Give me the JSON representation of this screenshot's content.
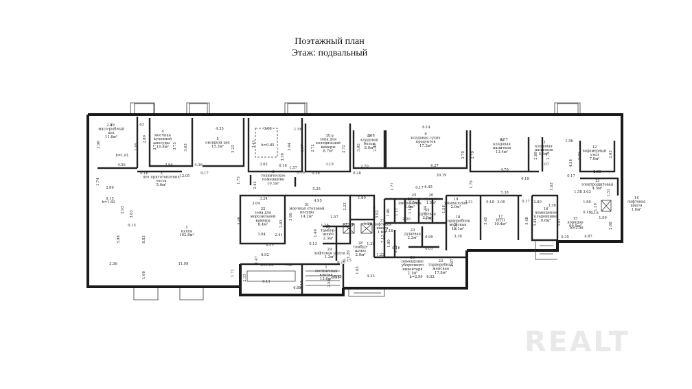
{
  "title": {
    "line1": "Поэтажный план",
    "line2": "Этаж: подвальный"
  },
  "rooms": [
    {
      "id": "r2",
      "lines": [
        "2",
        "мясо-рыбный",
        "цех",
        "11.6м²"
      ]
    },
    {
      "id": "r4",
      "lines": [
        "4",
        "моечная",
        "кухонной",
        "посуды",
        "10.8м²"
      ]
    },
    {
      "id": "r5",
      "lines": [
        "5",
        "овощной цех",
        "15.3м²"
      ]
    },
    {
      "id": "r7",
      "lines": [
        "7",
        "зона для",
        "холодильной",
        "камеры",
        "8.7м²"
      ]
    },
    {
      "id": "r8",
      "lines": [
        "8",
        "кладовая",
        "белья",
        "8.0м²"
      ]
    },
    {
      "id": "r9",
      "lines": [
        "9",
        "кладовая сухих",
        "продуктов",
        "17.3м²"
      ]
    },
    {
      "id": "r10",
      "lines": [
        "10",
        "кладовая",
        "напитков",
        "13.4м²"
      ]
    },
    {
      "id": "r11",
      "lines": [
        "11",
        "кладовая",
        "напитков",
        "5.6м²"
      ]
    },
    {
      "id": "r12",
      "lines": [
        "12",
        "водомерный",
        "узел",
        "7.0м²"
      ]
    },
    {
      "id": "r13",
      "lines": [
        "13",
        "электрощитовая",
        "4.5м²"
      ]
    },
    {
      "id": "r14",
      "lines": [
        "14",
        "лифтовая",
        "шахта",
        "1.6м²"
      ]
    },
    {
      "id": "r3",
      "lines": [
        "3",
        "цех приготовления",
        "теста",
        "5.6м²"
      ]
    },
    {
      "id": "r6",
      "lines": [
        "6",
        "техническое",
        "помещение",
        "10.1м²"
      ]
    },
    {
      "id": "r1",
      "lines": [
        "1",
        "кухня",
        "102.8м²"
      ]
    },
    {
      "id": "r32",
      "lines": [
        "32",
        "зона для",
        "морозильной",
        "камеры",
        "8.4м²"
      ]
    },
    {
      "id": "r31",
      "lines": [
        "31",
        "моечная столовой",
        "посуды",
        "14.2м²"
      ]
    },
    {
      "id": "r30",
      "lines": [
        "30",
        "тамбур-",
        "шлюз",
        "2.3м²"
      ]
    },
    {
      "id": "r29",
      "lines": [
        "29",
        "лифтовая шахта",
        "1.3м²"
      ]
    },
    {
      "id": "r28",
      "lines": [
        "28",
        "тамбур-",
        "шлюз",
        "2.0м²"
      ]
    },
    {
      "id": "r27",
      "lines": [
        "27",
        "лифтовая",
        "шахта",
        "1.6м²"
      ]
    },
    {
      "id": "r26",
      "lines": [
        "26",
        "умывальная",
        "1.9м²"
      ]
    },
    {
      "id": "r25",
      "lines": [
        "25",
        "туалет",
        "1.5м²"
      ]
    },
    {
      "id": "r20",
      "lines": [
        "20",
        "туалет",
        "1.5м²"
      ]
    },
    {
      "id": "r19",
      "lines": [
        "19",
        "умывальная",
        "2.0м²"
      ]
    },
    {
      "id": "r21",
      "lines": [
        "21",
        "душевая",
        "2.0м²"
      ]
    },
    {
      "id": "r23",
      "lines": [
        "23",
        "душевая",
        "2.2м²"
      ]
    },
    {
      "id": "r24",
      "lines": [
        "24",
        "помещение",
        "уборочного",
        "инвентаря",
        "2.1м²"
      ]
    },
    {
      "id": "r18",
      "lines": [
        "18",
        "гардеробная",
        "мужская",
        "11.1м²"
      ]
    },
    {
      "id": "r17",
      "lines": [
        "17",
        "ИТП",
        "10.4м²"
      ]
    },
    {
      "id": "r16",
      "lines": [
        "16",
        "помещение",
        "кладовщика",
        "9.6м²"
      ]
    },
    {
      "id": "r15",
      "lines": [
        "15",
        "коридор",
        "99.5м²"
      ]
    },
    {
      "id": "r22",
      "lines": [
        "22",
        "гардеробная",
        "женская",
        "17.8м²"
      ]
    },
    {
      "id": "rL1",
      "lines": [
        "1",
        "лестничная",
        "клетка",
        "13.6м²"
      ]
    }
  ],
  "dimensions": {
    "d001": "2.89",
    "d002": "1.43",
    "d003": "2.80",
    "d004": "3.90",
    "d005": "h=1.81",
    "d006": "2.85",
    "d007": "3.76",
    "d008": "3.75",
    "d009": "3.63",
    "d010": "4.35",
    "d011": "3.23",
    "d012": "3.41",
    "d013": "3.03",
    "d014": "h=0.85",
    "d015": "3.02",
    "d016": "3.30",
    "d017": "0.16",
    "d018": "1.57",
    "d019": "1.56",
    "d020": "3.44",
    "d021": "3.37",
    "d022": "3.19",
    "d023": "2.72",
    "d024": "3.19",
    "d025": "2.72",
    "d026": "2.68",
    "d027": "3.05",
    "d028": "2.70",
    "d029": "2.80",
    "d030": "6.14",
    "d031": "2.79",
    "d032": "6.27",
    "d033": "4.77",
    "d034": "2.79",
    "d035": "2.89",
    "d036": "1.56",
    "d037": "2.75",
    "d038": "2.71",
    "d039": "2.63",
    "d040": "2.07",
    "d041": "4.58",
    "d042": "4.56",
    "d043": "2.94",
    "d044": "12.05",
    "d045": "0.16",
    "d046": "4.36",
    "d047": "0.17",
    "d048": "1.75",
    "d049": "2.45",
    "d050": "0.16",
    "d051": "0.26",
    "d052": "0.28",
    "d053": "20.19",
    "d054": "4.70",
    "d055": "0.18",
    "d056": "1.63",
    "d057": "2.99",
    "d058": "0.17",
    "d059": "1.74",
    "d060": "2.89",
    "d061": "0.15",
    "d062": "h=1.82",
    "d063": "5.25",
    "d064": "6.45",
    "d065": "1.77",
    "d066": "1.79",
    "d067": "0.17",
    "d068": "5.38",
    "d069": "1.58",
    "d070": "3.03",
    "d071": "1.51",
    "d072": "2.93",
    "d073": "3.03",
    "d074": "3.24",
    "d075": "4.95",
    "d076": "1.89",
    "d077": "0.15",
    "d078": "3.04",
    "d079": "3.48",
    "d080": "2.83",
    "d081": "3.60",
    "d082": "2.57",
    "d083": "2.22",
    "d084": "5.02",
    "d085": "1.46",
    "d086": "1.11",
    "d087": "1.14",
    "d088": "1.44",
    "d089": "1.58",
    "d090": "2.31",
    "d091": "0.18",
    "d092": "3.00",
    "d093": "0.17",
    "d094": "2.80",
    "d095": "3.36",
    "d096": "1.80",
    "d097": "1.29",
    "d098": "0.16",
    "d099": "1.99",
    "d100": "0.16",
    "d101": "h=2.99",
    "d102": "5.98",
    "d103": "8.83",
    "d104": "3.04",
    "d105": "2.41",
    "d106": "8.39",
    "d107": "1.40",
    "d108": "1.75",
    "d109": "1.04",
    "d110": "1.28",
    "d111": "1.18",
    "d112": "2.20",
    "d113": "1.33",
    "d114": "3.52",
    "d115": "3.45",
    "d116": "3.48",
    "d117": "3.44",
    "d118": "3.61",
    "d119": "2.08",
    "d120": "0.13",
    "d121": "1.39",
    "d122": "1.00",
    "d123": "0.39",
    "d124": "0.99",
    "d125": "3.36",
    "d126": "0.35",
    "d127": "4.87",
    "d128": "1.22",
    "d129": "7.12",
    "d130": "0.16",
    "d131": "6.01",
    "d132": "2.97",
    "d133": "6.92",
    "d134": "0.15",
    "d135": "1.20",
    "d136": "0.26",
    "d137": "1.65",
    "d138": "3.36",
    "d139": "11.99",
    "d140": "1.47",
    "d141": "h=1.60",
    "d142": "7.00",
    "d143": "1.71",
    "d144": "2.33",
    "d145": "1.00",
    "d146": "0.11",
    "d147": "0.15",
    "d148": "2.55",
    "d149": "h=2.99",
    "d150": "6.02",
    "d151": "0.35",
    "d152": "4.33",
    "d153": "6.89",
    "d154": "9.13"
  },
  "watermark": "REALT"
}
